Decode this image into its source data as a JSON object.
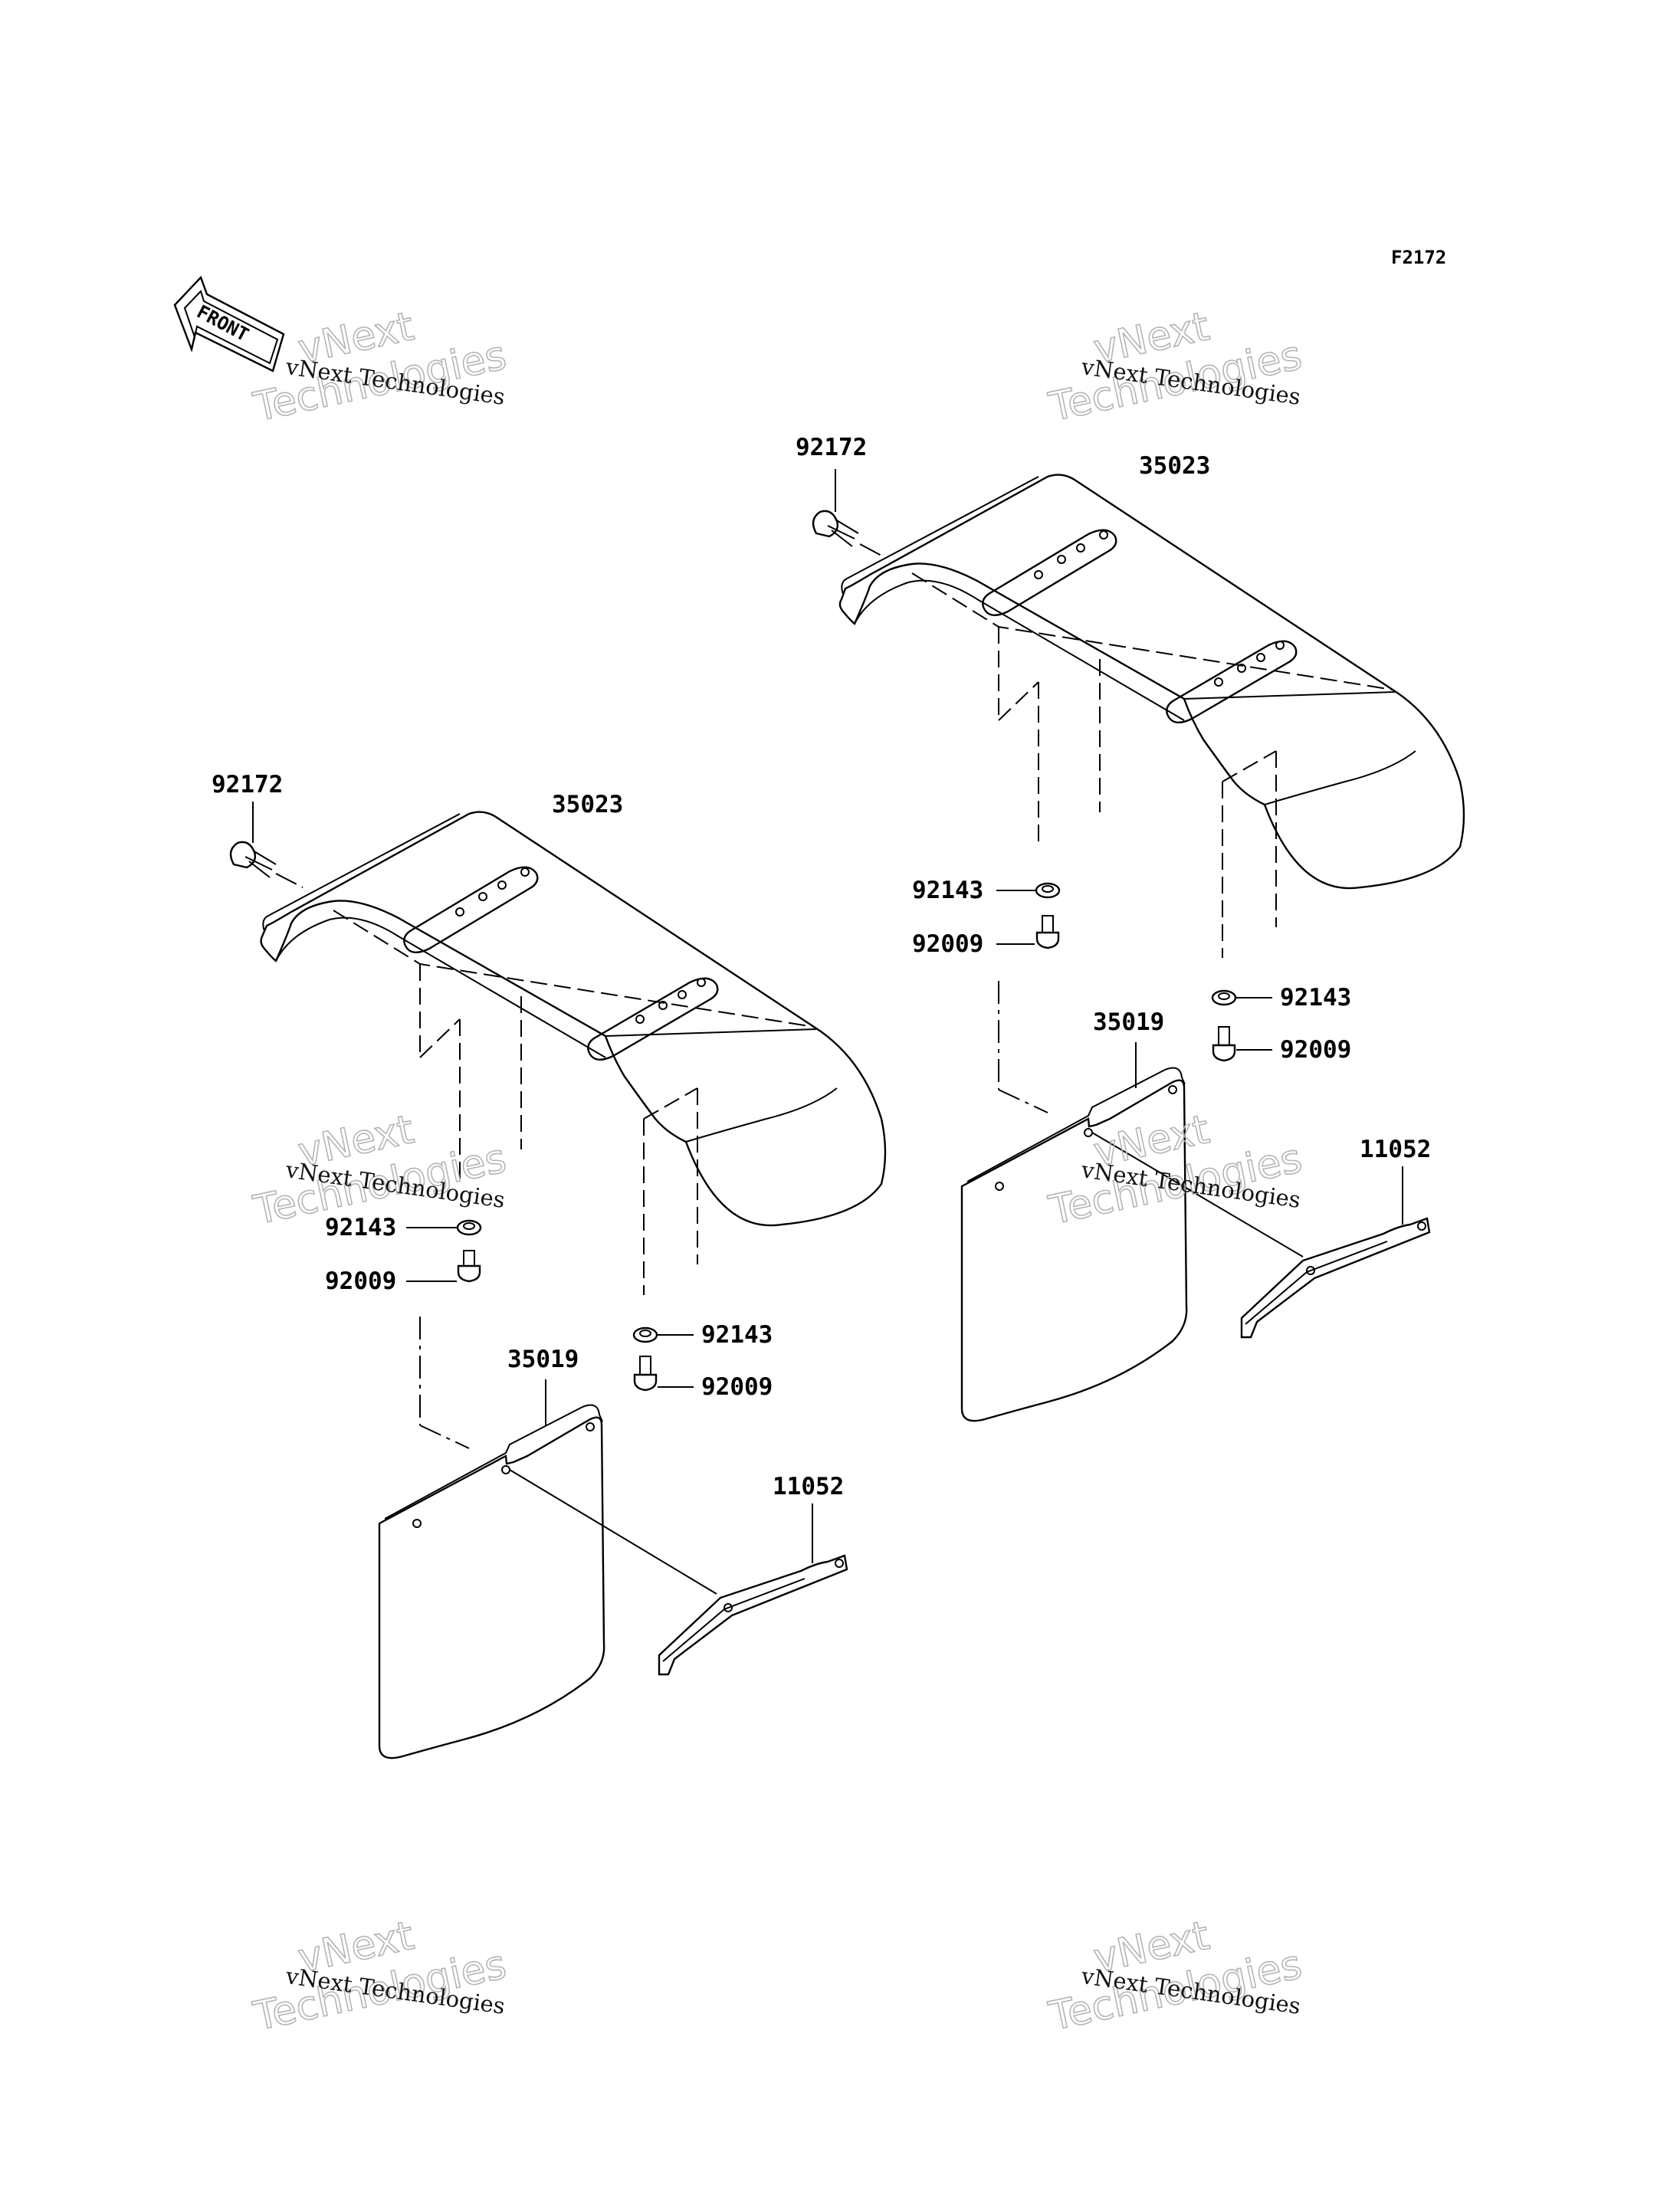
{
  "diagram": {
    "figure_code": "F2172",
    "front_label": "FRONT",
    "watermark_small": "vNext Technologies",
    "watermark_big_1": "vNext",
    "watermark_big_2": "Technologies",
    "parts": {
      "bolt_92172": "92172",
      "fender_35023": "35023",
      "washer_92143": "92143",
      "bolt_92009": "92009",
      "mud_flap_35019": "35019",
      "bracket_11052": "11052"
    }
  }
}
